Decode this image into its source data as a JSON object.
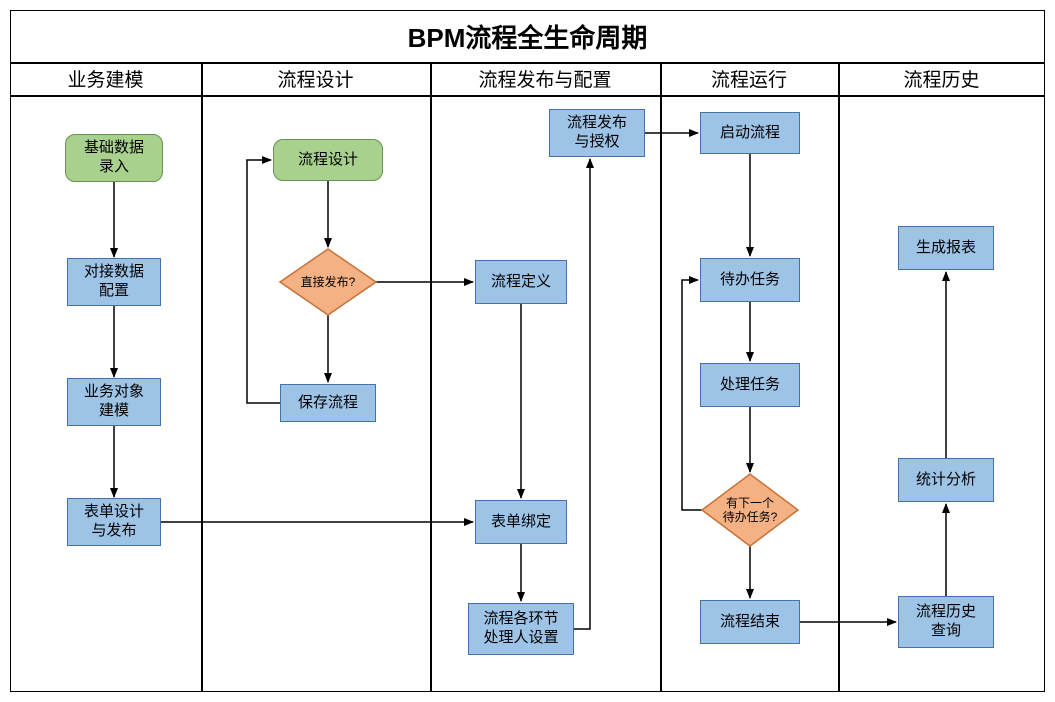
{
  "title": "BPM流程全生命周期",
  "lanes": [
    {
      "label": "业务建模"
    },
    {
      "label": "流程设计"
    },
    {
      "label": "流程发布与配置"
    },
    {
      "label": "流程运行"
    },
    {
      "label": "流程历史"
    }
  ],
  "nodes": {
    "base_data_entry": {
      "label": "基础数据\n录入",
      "shape": "rounded-rect",
      "color": "green"
    },
    "data_interface_config": {
      "label": "对接数据\n配置",
      "shape": "rect",
      "color": "blue"
    },
    "business_object_modeling": {
      "label": "业务对象\n建模",
      "shape": "rect",
      "color": "blue"
    },
    "form_design_publish": {
      "label": "表单设计\n与发布",
      "shape": "rect",
      "color": "blue"
    },
    "process_design": {
      "label": "流程设计",
      "shape": "rounded-rect",
      "color": "green"
    },
    "direct_publish_decision": {
      "label": "直接发布?",
      "shape": "diamond",
      "color": "orange"
    },
    "save_process": {
      "label": "保存流程",
      "shape": "rect",
      "color": "blue"
    },
    "process_publish_auth": {
      "label": "流程发布\n与授权",
      "shape": "rect",
      "color": "blue"
    },
    "process_definition": {
      "label": "流程定义",
      "shape": "rect",
      "color": "blue"
    },
    "form_binding": {
      "label": "表单绑定",
      "shape": "rect",
      "color": "blue"
    },
    "handler_setting": {
      "label": "流程各环节\n处理人设置",
      "shape": "rect",
      "color": "blue"
    },
    "start_process": {
      "label": "启动流程",
      "shape": "rect",
      "color": "blue"
    },
    "todo_tasks": {
      "label": "待办任务",
      "shape": "rect",
      "color": "blue"
    },
    "handle_tasks": {
      "label": "处理任务",
      "shape": "rect",
      "color": "blue"
    },
    "next_todo_decision": {
      "label": "有下一个\n待办任务?",
      "shape": "diamond",
      "color": "orange"
    },
    "process_end": {
      "label": "流程结束",
      "shape": "rect",
      "color": "blue"
    },
    "generate_report": {
      "label": "生成报表",
      "shape": "rect",
      "color": "blue"
    },
    "statistics_analysis": {
      "label": "统计分析",
      "shape": "rect",
      "color": "blue"
    },
    "process_history_query": {
      "label": "流程历史\n查询",
      "shape": "rect",
      "color": "blue"
    }
  },
  "edges": [
    {
      "from": "base_data_entry",
      "to": "data_interface_config"
    },
    {
      "from": "data_interface_config",
      "to": "business_object_modeling"
    },
    {
      "from": "business_object_modeling",
      "to": "form_design_publish"
    },
    {
      "from": "form_design_publish",
      "to": "form_binding"
    },
    {
      "from": "process_design",
      "to": "direct_publish_decision"
    },
    {
      "from": "direct_publish_decision",
      "to": "process_definition"
    },
    {
      "from": "direct_publish_decision",
      "to": "save_process"
    },
    {
      "from": "save_process",
      "to": "process_design"
    },
    {
      "from": "process_definition",
      "to": "form_binding"
    },
    {
      "from": "form_binding",
      "to": "handler_setting"
    },
    {
      "from": "handler_setting",
      "to": "process_publish_auth"
    },
    {
      "from": "process_publish_auth",
      "to": "start_process"
    },
    {
      "from": "start_process",
      "to": "todo_tasks"
    },
    {
      "from": "todo_tasks",
      "to": "handle_tasks"
    },
    {
      "from": "handle_tasks",
      "to": "next_todo_decision"
    },
    {
      "from": "next_todo_decision",
      "to": "todo_tasks"
    },
    {
      "from": "next_todo_decision",
      "to": "process_end"
    },
    {
      "from": "process_end",
      "to": "process_history_query"
    },
    {
      "from": "process_history_query",
      "to": "statistics_analysis"
    },
    {
      "from": "statistics_analysis",
      "to": "generate_report"
    }
  ],
  "colors": {
    "rect_fill": "#9DC3E6",
    "rect_border": "#4472A8",
    "start_fill": "#A9D18E",
    "start_border": "#6B8F4E",
    "decision_fill": "#F4B183",
    "decision_border": "#C87137",
    "arrow": "#000000",
    "grid": "#000000",
    "background": "#FFFFFF"
  }
}
